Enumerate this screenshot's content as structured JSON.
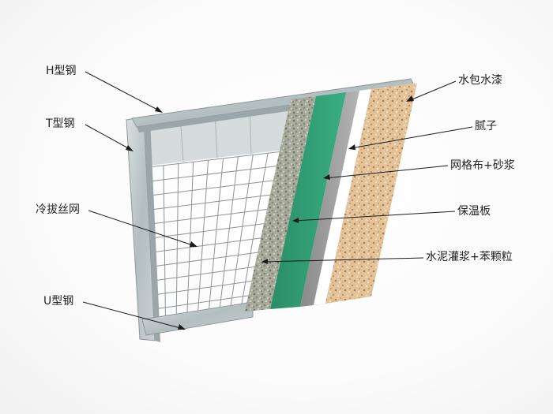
{
  "labels": {
    "h_steel": "H型钢",
    "t_steel": "T型钢",
    "wire_mesh": "冷拔丝网",
    "u_steel": "U型钢",
    "paint": "水包水漆",
    "putty": "腻子",
    "mesh_mortar": "网格布+砂浆",
    "insulation_board": "保温板",
    "cement_grout": "水泥灌浆+苯颗粒"
  },
  "colors": {
    "steel": "#b9c3c6",
    "steel_dark": "#8d999c",
    "concrete": "#a9ab9c",
    "insulation": "#2f9c74",
    "mesh_layer": "#9c9c9c",
    "putty": "#ffffff",
    "paint": "#e3c49a",
    "leader": "#1a1a1a"
  }
}
